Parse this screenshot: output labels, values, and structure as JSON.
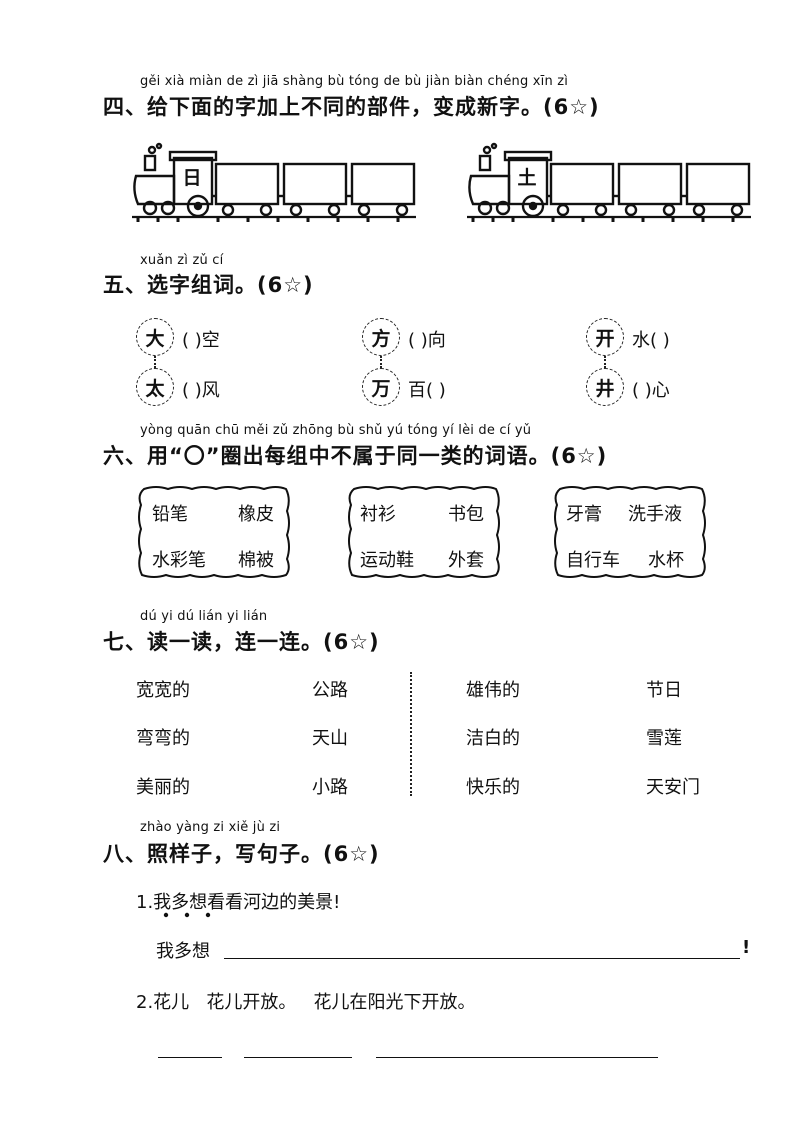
{
  "section4": {
    "pinyin": "gěi xià miàn de  zì  jiā shàng bù tóng de bù jiàn   biàn chéng xīn  zì",
    "title": "四、给下面的字加上不同的部件，变成新字。(6☆)",
    "train1_char": "日",
    "train2_char": "土"
  },
  "section5": {
    "pinyin": "xuǎn zì zǔ  cí",
    "title": "五、选字组词。(6☆)",
    "groups": [
      {
        "top": "大",
        "bottom": "太",
        "top_text": "(    )空",
        "bottom_text": "(    )风"
      },
      {
        "top": "方",
        "bottom": "万",
        "top_text": "(    )向",
        "bottom_text": "百(    )"
      },
      {
        "top": "开",
        "bottom": "井",
        "top_text": "水(    )",
        "bottom_text": "(    )心"
      }
    ]
  },
  "section6": {
    "pinyin": "yòng          quān chū měi zǔ zhōng bù shǔ yú tóng yí lèi de  cí  yǔ",
    "title": "六、用“〇”圈出每组中不属于同一类的词语。(6☆)",
    "boxes": [
      {
        "r1a": "铅笔",
        "r1b": "橡皮",
        "r2a": "水彩笔",
        "r2b": "棉被"
      },
      {
        "r1a": "衬衫",
        "r1b": "书包",
        "r2a": "运动鞋",
        "r2b": "外套"
      },
      {
        "r1a": "牙膏",
        "r1b": "洗手液",
        "r2a": "自行车",
        "r2b": "水杯"
      }
    ]
  },
  "section7": {
    "pinyin": "dú  yi  dú    lián yi lián",
    "title": "七、读一读，连一连。(6☆)",
    "left_col1": [
      "宽宽的",
      "弯弯的",
      "美丽的"
    ],
    "left_col2": [
      "公路",
      "天山",
      "小路"
    ],
    "right_col1": [
      "雄伟的",
      "洁白的",
      "快乐的"
    ],
    "right_col2": [
      "节日",
      "雪莲",
      "天安门"
    ]
  },
  "section8": {
    "pinyin": "zhào yàng  zi      xiě  jù  zi",
    "title": "八、照样子，写句子。(6☆)",
    "item1_example": "1.我多想看看河边的美景!",
    "item1_prefix": "我多想",
    "item1_end": "!",
    "item2_example": "2.花儿   花儿开放。   花儿在阳光下开放。"
  }
}
